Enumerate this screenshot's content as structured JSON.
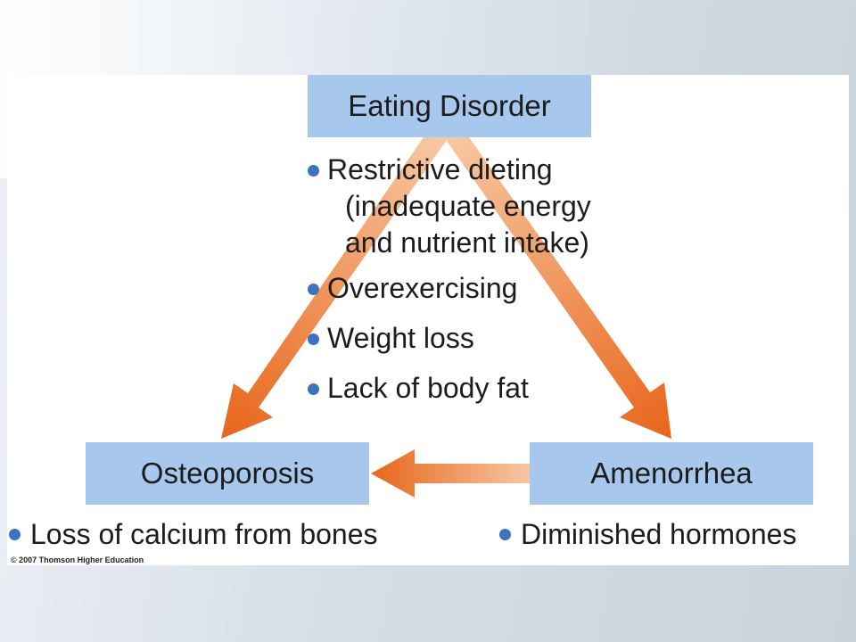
{
  "diagram": {
    "top_box": "Eating Disorder",
    "left_box": "Osteoporosis",
    "right_box": "Amenorrhea",
    "center_bullets": [
      {
        "lines": [
          "Restrictive dieting",
          "(inadequate energy",
          "and nutrient intake)"
        ]
      },
      {
        "lines": [
          "Overexercising"
        ]
      },
      {
        "lines": [
          "Weight loss"
        ]
      },
      {
        "lines": [
          "Lack of body fat"
        ]
      }
    ],
    "left_bullet": "Loss of calcium from bones",
    "right_bullet": "Diminished hormones",
    "copyright": "© 2007 Thomson Higher Education"
  },
  "colors": {
    "box_fill": "#a7c7ec",
    "arrow_dark": "#e8651a",
    "arrow_light": "#f6c7a2",
    "bullet": "#3c72bf"
  }
}
